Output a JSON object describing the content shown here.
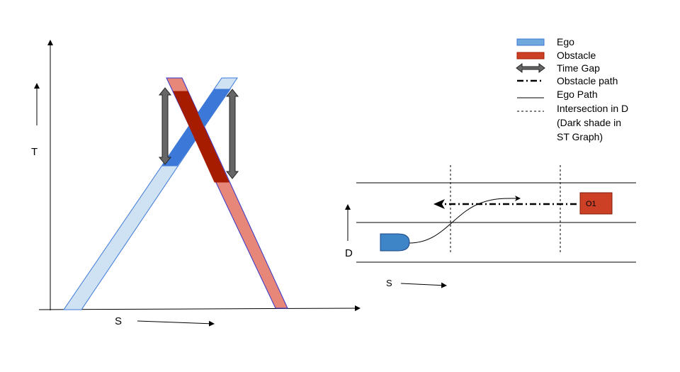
{
  "st_graph": {
    "t_axis_label": "T",
    "s_axis_label": "S"
  },
  "road_view": {
    "d_axis_label": "D",
    "s_axis_label": "S",
    "obstacle_label": "O1"
  },
  "legend": {
    "ego": "Ego",
    "obstacle": "Obstacle",
    "time_gap": "Time Gap",
    "obstacle_path": "Obstacle path",
    "ego_path": "Ego Path",
    "intersection_line1": "Intersection in D",
    "intersection_line2": "(Dark shade in",
    "intersection_line3": "ST Graph)"
  },
  "colors": {
    "ego_light": "#cfe2f3",
    "ego_dark": "#3c78d8",
    "obstacle_light": "#e6877a",
    "obstacle_dark": "#a61c00",
    "obstacle_box": "#cc4125",
    "ego_vehicle": "#3d85c6",
    "time_gap_arrow": "#666666"
  }
}
